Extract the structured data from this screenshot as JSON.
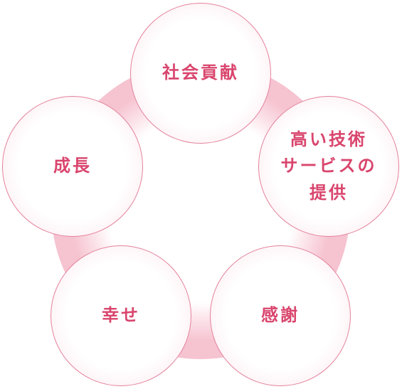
{
  "diagram": {
    "type": "cycle",
    "colors": {
      "ring": "#f6c7d3",
      "border": "#e4829c",
      "text": "#d9456d",
      "circle_fill_edge": "#fbe1e8"
    },
    "nodes": [
      {
        "id": "top",
        "label": "社会貢献"
      },
      {
        "id": "right",
        "label": "高い技術\nサービスの\n提供"
      },
      {
        "id": "bottom-right",
        "label": "感謝"
      },
      {
        "id": "bottom-left",
        "label": "幸せ"
      },
      {
        "id": "left",
        "label": "成長"
      }
    ]
  }
}
